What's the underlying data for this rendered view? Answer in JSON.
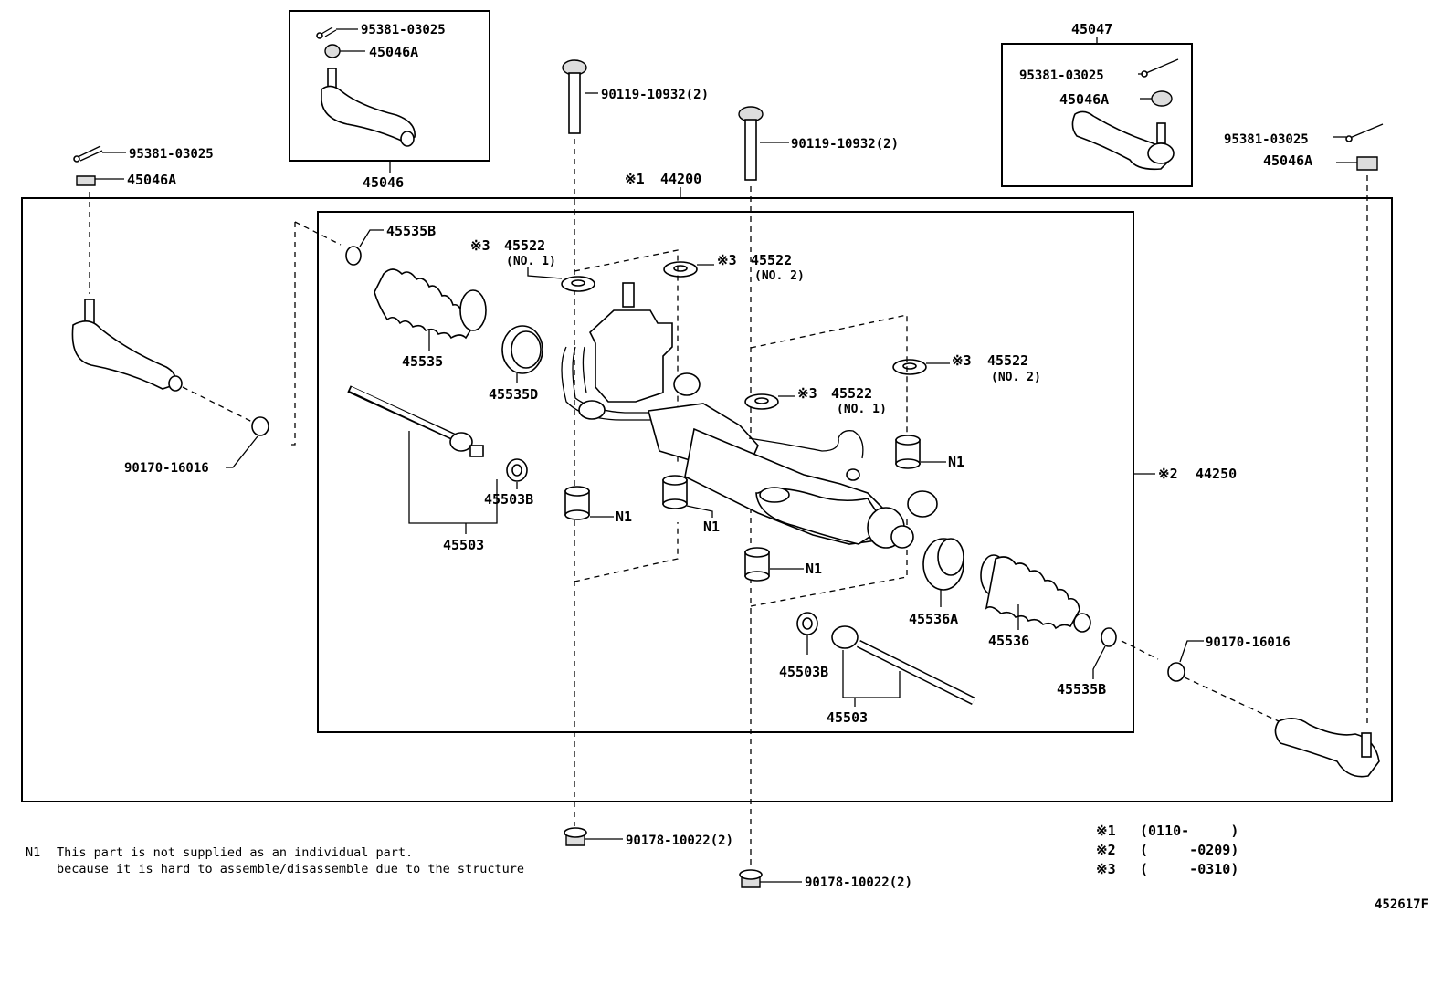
{
  "callouts": {
    "top_left_box_cotter": "95381-03025",
    "top_left_box_nut": "45046A",
    "top_left_box_assy": "45046",
    "left_cotter": "95381-03025",
    "left_nut": "45046A",
    "left_nut2": "90170-16016",
    "bolt1": "90119-10932(2)",
    "bolt2": "90119-10932(2)",
    "main_assy_mark": "※1",
    "main_assy": "44200",
    "top_right_box_assy": "45047",
    "top_right_box_cotter": "95381-03025",
    "top_right_box_nut": "45046A",
    "right_cotter": "95381-03025",
    "right_nut": "45046A",
    "right_nut2": "90170-16016",
    "outer_assy_mark": "※2",
    "outer_assy": "44250",
    "clamp_left": "45535B",
    "boot_left": "45535",
    "band_left": "45535D",
    "rod_end_left": "45503",
    "washer_left": "45503B",
    "spacer_a_mark": "※3",
    "spacer_a": "45522",
    "spacer_a_sub": "(NO. 1)",
    "spacer_b_mark": "※3",
    "spacer_b": "45522",
    "spacer_b_sub": "(NO. 2)",
    "spacer_c_mark": "※3",
    "spacer_c": "45522",
    "spacer_c_sub": "(NO. 1)",
    "spacer_d_mark": "※3",
    "spacer_d": "45522",
    "spacer_d_sub": "(NO. 2)",
    "n1_a": "N1",
    "n1_b": "N1",
    "n1_c": "N1",
    "n1_d": "N1",
    "band_right": "45536A",
    "boot_right": "45536",
    "clamp_right": "45535B",
    "washer_right": "45503B",
    "rod_end_right": "45503",
    "nut_bottom1": "90178-10022(2)",
    "nut_bottom2": "90178-10022(2)"
  },
  "note": {
    "mark": "N1",
    "line1": "This part is not supplied as an individual part.",
    "line2": "because it is hard to assemble/disassemble due to the structure"
  },
  "legend": [
    {
      "mark": "※1",
      "range": "(0110-     )"
    },
    {
      "mark": "※2",
      "range": "(     -0209)"
    },
    {
      "mark": "※3",
      "range": "(     -0310)"
    }
  ],
  "figure_id": "452617F"
}
